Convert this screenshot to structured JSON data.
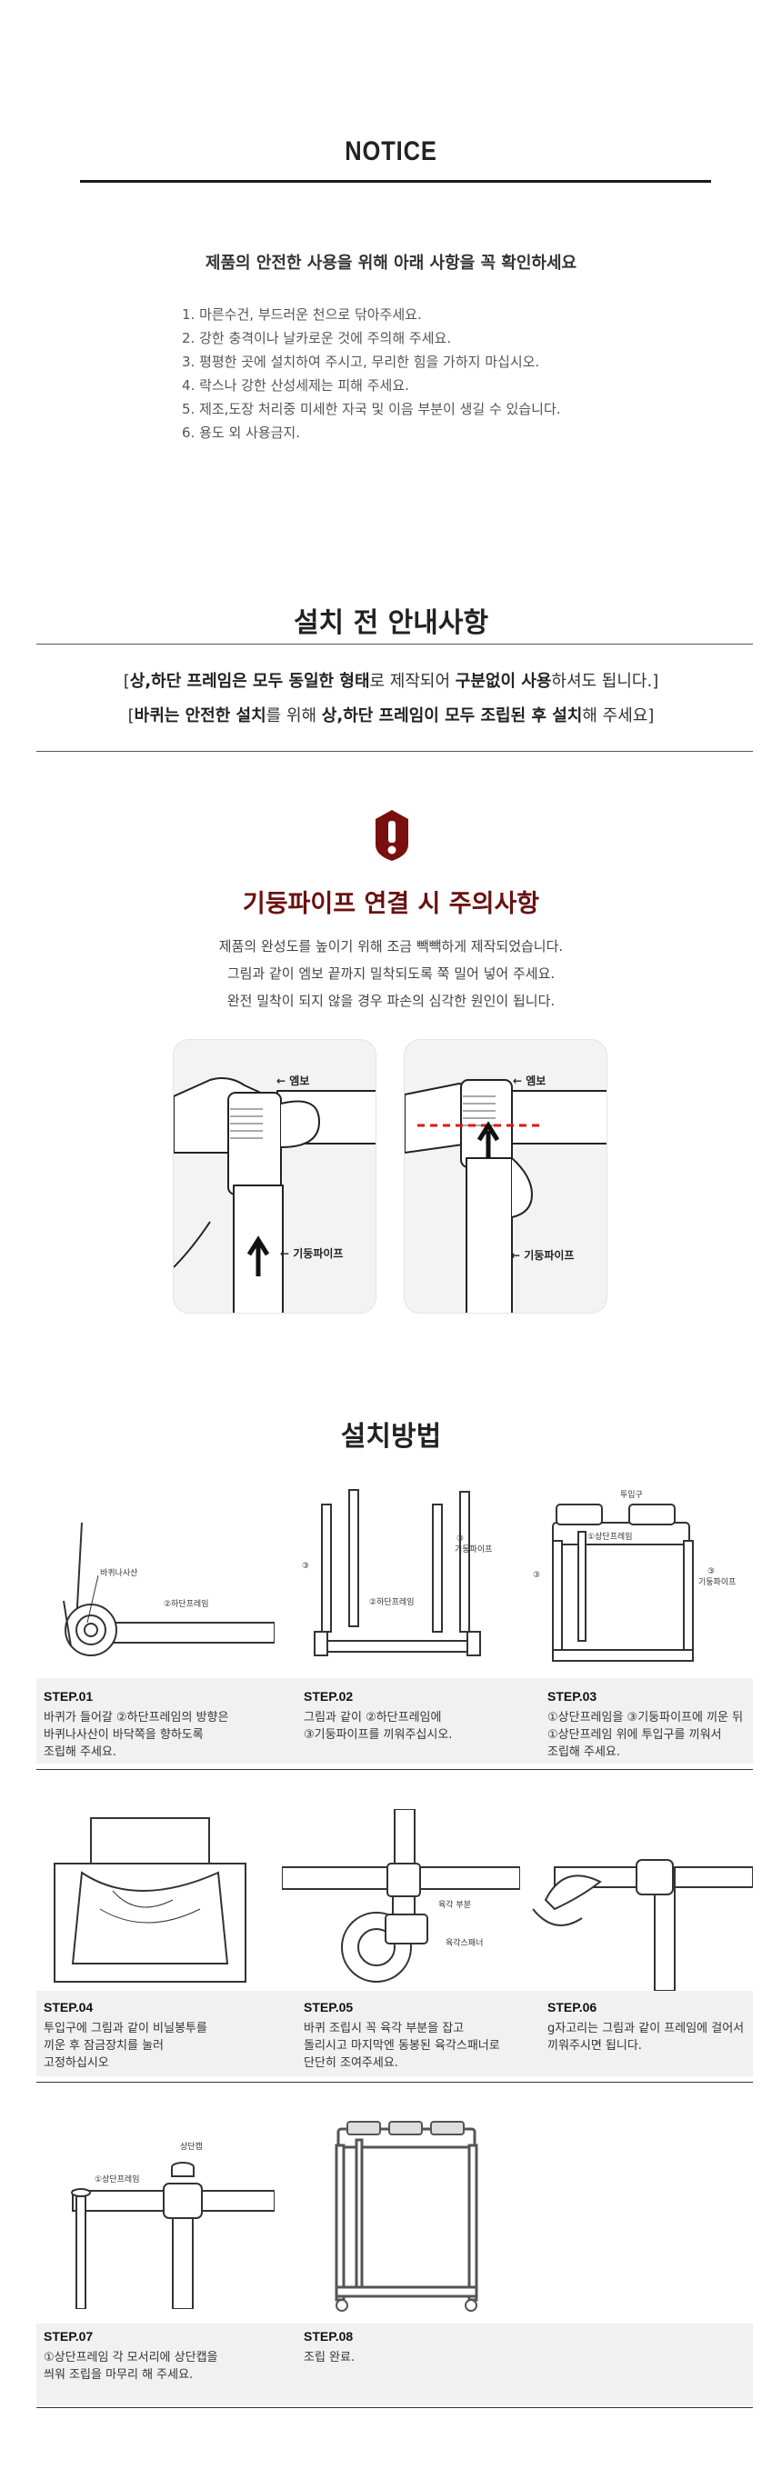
{
  "notice": {
    "title": "NOTICE",
    "heading": "제품의 안전한 사용을 위해 아래 사항을 꼭 확인하세요",
    "items": [
      "1. 마른수건, 부드러운 천으로 닦아주세요.",
      "2. 강한 충격이나 날카로운 것에 주의해 주세요.",
      "3. 평평한 곳에 설치하여 주시고, 무리한 힘을 가하지 마십시오.",
      "4. 락스나 강한 산성세제는 피해 주세요.",
      "5. 제조,도장 처리중 미세한 자국 및 이음 부분이 생길 수 있습니다.",
      "6. 용도 외 사용금지."
    ]
  },
  "install_notice": {
    "title": "설치 전 안내사항",
    "line1": {
      "open": "[",
      "b1": "상,하단 프레임은 모두 동일한 형태",
      "t1": "로 제작되어 ",
      "b2": "구분없이 사용",
      "t2": "하셔도 됩니다.",
      "close": "]"
    },
    "line2": {
      "open": "[",
      "b1": "바퀴는 안전한 설치",
      "t1": "를 위해 ",
      "b2": "상,하단 프레임이 모두 조립된 후 설치",
      "t2": "해 주세요",
      "close": "]"
    }
  },
  "caution": {
    "icon": "exclamation-badge-icon",
    "accent": "#6b1010",
    "title": "기둥파이프 연결 시 주의사항",
    "lines": [
      "제품의 완성도를 높이기 위해 조금 빽빽하게 제작되었습니다.",
      "그림과 같이 엠보 끝까지 밀착되도록 쭉 밀어 넣어 주세요.",
      "완전 밀착이 되지 않을 경우 파손의 심각한 원인이 됩니다."
    ],
    "photo_labels": {
      "embo": "엠보",
      "pipe": "기둥파이프"
    }
  },
  "method": {
    "title": "설치방법",
    "labels": {
      "wheel_nut": "바퀴나사산",
      "lower_frame": "②하단프레임",
      "num3": "③",
      "pillar_pipe": "기둥파이프",
      "inlet": "투입구",
      "upper_frame": "①상단프레임",
      "nut_part": "육각 부분",
      "spanner": "육각스패너",
      "cap": "상단캡"
    },
    "steps": [
      {
        "label": "STEP.01",
        "desc": [
          "바퀴가 들어갈 ②하단프레임의 방향은",
          "바퀴나사산이 바닥쪽을 향하도록",
          "조립해 주세요."
        ]
      },
      {
        "label": "STEP.02",
        "desc": [
          "그림과 같이 ②하단프레임에",
          "③기둥파이프를 끼워주십시오."
        ]
      },
      {
        "label": "STEP.03",
        "desc": [
          "①상단프레임을 ③기둥파이프에 끼운 뒤",
          "①상단프레임 위에 투입구를 끼워서",
          "조립해 주세요."
        ]
      },
      {
        "label": "STEP.04",
        "desc": [
          "투입구에 그림과 같이 비닐봉투를",
          "끼운 후 잠금장치를 눌러",
          "고정하십시오"
        ]
      },
      {
        "label": "STEP.05",
        "desc": [
          "바퀴 조립시 꼭 육각 부분을 잡고",
          "돌리시고 마지막엔 동봉된 육각스패너로",
          "단단히 조여주세요."
        ]
      },
      {
        "label": "STEP.06",
        "desc": [
          "g자고리는 그림과 같이 프레임에 걸어서",
          "끼워주시면 됩니다."
        ]
      },
      {
        "label": "STEP.07",
        "desc": [
          "①상단프레임 각 모서리에 상단캡을",
          "씌워 조립을 마무리 해 주세요."
        ]
      },
      {
        "label": "STEP.08",
        "desc": [
          "조립 완료."
        ]
      }
    ]
  }
}
